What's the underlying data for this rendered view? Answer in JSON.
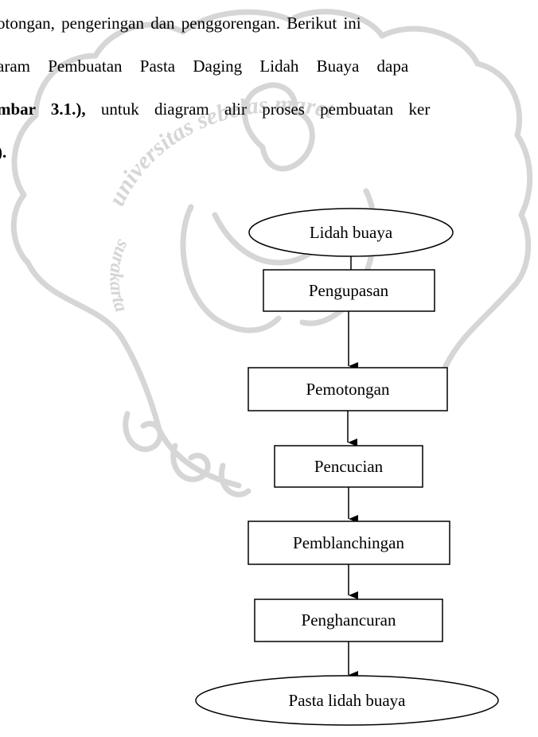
{
  "paragraph": {
    "line1": "otongan, pengeringan dan penggorengan. Berikut ini",
    "line2": "aram Pembuatan Pasta Daging Lidah Buaya dapa",
    "line3_bold": "mbar 3.1.),",
    "line3_rest": " untuk diagram alir proses pembuatan ker",
    "line4_bold": ")."
  },
  "flowchart": {
    "start": "Lidah buaya",
    "steps": [
      "Pengupasan",
      "Pemotongan",
      "Pencucian",
      "Pemblanchingan",
      "Penghancuran"
    ],
    "end": "Pasta lidah buaya"
  },
  "watermark": {
    "text": "universitas sebelas maret surakarta",
    "color": "#d9d9d9"
  }
}
